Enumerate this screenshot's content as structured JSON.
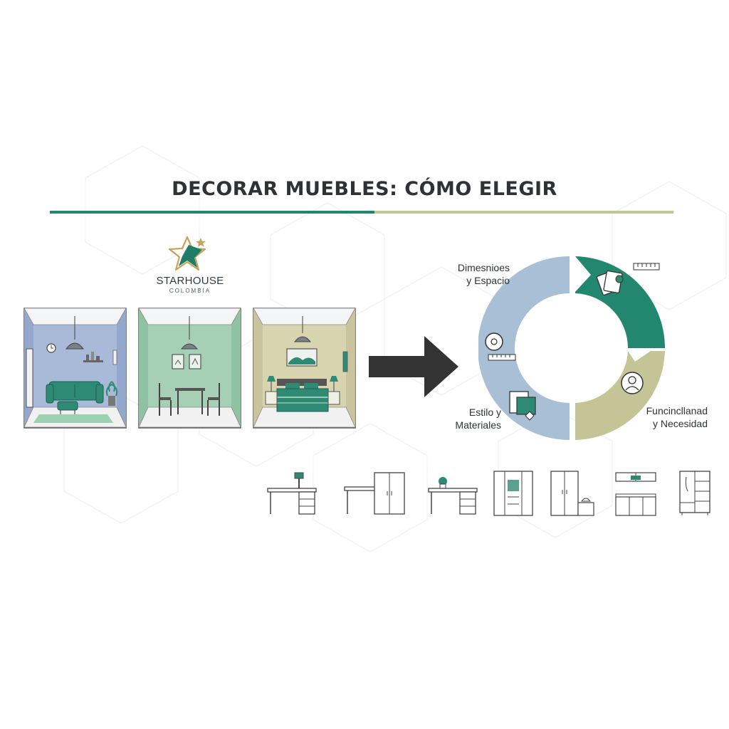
{
  "title": "DECORAR MUEBLES: CÓMO ELEGIR",
  "brand": {
    "name": "STARHOUSE",
    "subtitle": "COLOMBIA"
  },
  "colors": {
    "green": "#23876f",
    "sand": "#c5c497",
    "blue": "#a9bfd6",
    "arrow": "#333333",
    "room_living": "#a9bad9",
    "room_dining": "#a6d0b6",
    "room_bedroom": "#d8d4af"
  },
  "rooms": [
    {
      "name": "living-room",
      "wall": "#a9bad9"
    },
    {
      "name": "dining-room",
      "wall": "#a6d0b6"
    },
    {
      "name": "bedroom",
      "wall": "#d8d4af"
    }
  ],
  "criteria": {
    "dimensions": {
      "line1": "Dimesnioes",
      "line2": "y Espacio",
      "icon": "tape-measure-icon"
    },
    "style": {
      "line1": "Estilo y",
      "line2": "Materiales",
      "icon": "material-samples-icon"
    },
    "function": {
      "line1": "Funcincllanad",
      "line2": "y Necesidad",
      "icon": "user-icon"
    },
    "top": {
      "icon": "swatches-icon"
    }
  },
  "furniture_icons": [
    "desk-icon",
    "desk-wardrobe-icon",
    "desk-icon",
    "wardrobe-icon",
    "wardrobe-icon",
    "kitchen-cabinet-icon",
    "bookcase-icon"
  ]
}
